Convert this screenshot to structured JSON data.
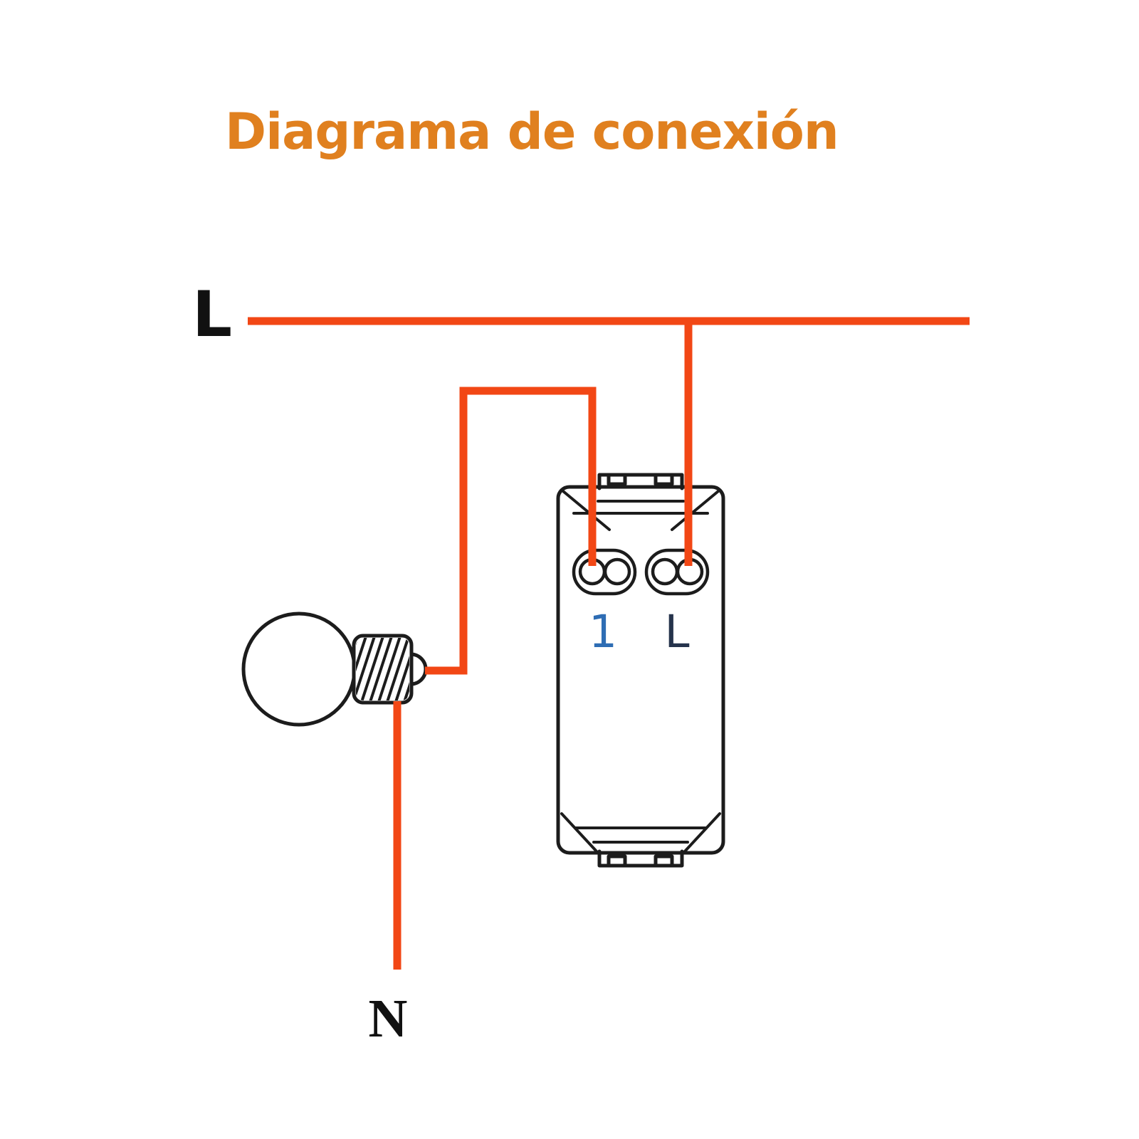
{
  "title": {
    "text": "Diagrama de conexión",
    "color": "#E0801F"
  },
  "diagram": {
    "line_label": "L",
    "neutral_label": "N",
    "wire_color": "#F24715",
    "outline_color": "#1C1C1C",
    "label_color": "#111111",
    "switch": {
      "terminal_1_label": "1",
      "terminal_1_color": "#2E6DB4",
      "terminal_l_label": "L",
      "terminal_l_color": "#26344C"
    }
  }
}
